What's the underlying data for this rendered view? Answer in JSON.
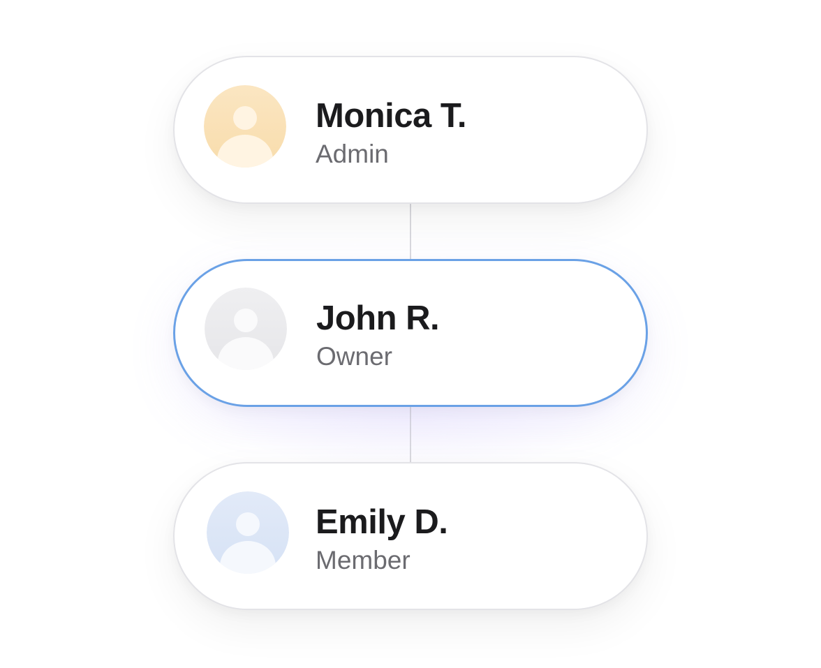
{
  "members": [
    {
      "name": "Monica T.",
      "role": "Admin",
      "avatar_icon": "user-avatar-icon",
      "avatar_color": "#fbe3b8",
      "selected": false
    },
    {
      "name": "John R.",
      "role": "Owner",
      "avatar_icon": "user-avatar-icon",
      "avatar_color": "#ececee",
      "selected": true
    },
    {
      "name": "Emily D.",
      "role": "Member",
      "avatar_icon": "user-avatar-icon",
      "avatar_color": "#dbe6f7",
      "selected": false
    }
  ],
  "colors": {
    "selected_border": "#6aa1e6",
    "card_border": "#e3e3e7",
    "connector": "#d9d9de",
    "name_text": "#1b1b1d",
    "role_text": "#6b6b70"
  }
}
